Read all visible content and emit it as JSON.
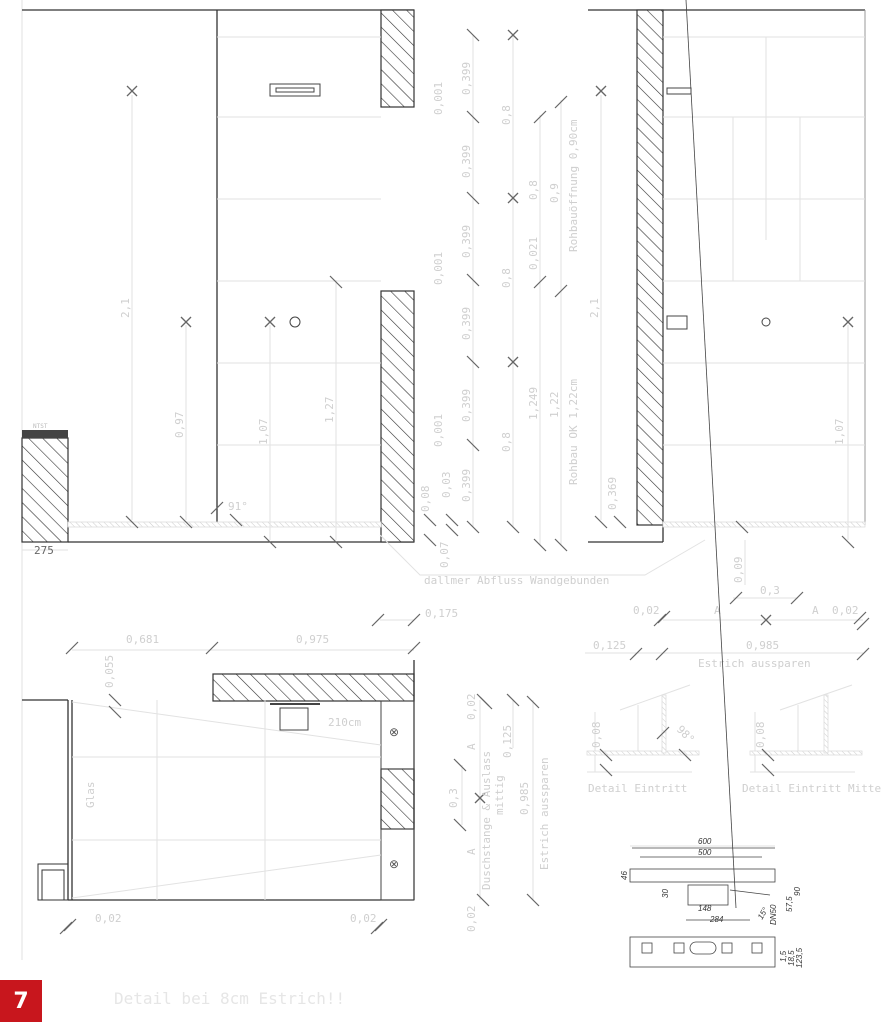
{
  "top_left_view": {
    "height_total": "2,1",
    "h1": "0,97",
    "h2": "1,07",
    "h3": "1,27",
    "angle": "91°",
    "ntst_label": "NTST",
    "width_275": "275"
  },
  "center_dims": {
    "d001": [
      "0,001",
      "0,001",
      "0,001"
    ],
    "d399": [
      "0,399",
      "0,399",
      "0,399",
      "0,399",
      "0,399",
      "0,399"
    ],
    "d08": [
      "0,8",
      "0,8",
      "0,8"
    ],
    "c08": "0,8",
    "c09": "0,9",
    "c021": "0,021",
    "c1249": "1,249",
    "c122": "1,22",
    "rohbau_oeffnung": "Rohbauöffnung 0,90cm",
    "rohbau_ok": "Rohbau OK 1,22cm",
    "s008": "0,08",
    "s003": "0,03",
    "s007": "0,07"
  },
  "top_right_view": {
    "height_total": "2,1",
    "h0369": "0,369",
    "h107": "1,07"
  },
  "drain_note": "dallmer Abfluss Wandgebunden",
  "plan_view": {
    "d0175": "0,175",
    "d0681": "0,681",
    "d0975": "0,975",
    "d0055": "0,055",
    "glass": "Glas",
    "shower_height": "210cm",
    "d002_left": "0,02",
    "d002_right": "0,02"
  },
  "plan_side_dims": {
    "d002_top": "0,02",
    "d002_bottom": "0,02",
    "a_top": "A",
    "a_bottom": "A",
    "d03": "0,3",
    "d0125": "0,125",
    "d0985": "0,985",
    "shower_note": "Duschstange & Auslass",
    "shower_note2": "mittig",
    "estrich": "Estrich aussparen"
  },
  "right_dims": {
    "d009": "0,09",
    "d03": "0,3",
    "d002_l": "0,02",
    "a_l": "A",
    "a_r": "A",
    "d002_r": "0,02",
    "d0125": "0,125",
    "d0985": "0,985",
    "estrich": "Estrich aussparen"
  },
  "details": {
    "h1": "0,08",
    "angle": "98°",
    "h2": "0,08",
    "label1": "Detail Eintritt",
    "label2": "Detail Eintritt Mitte"
  },
  "product": {
    "w600": "600",
    "w500": "500",
    "h46": "46",
    "h30": "30",
    "w148": "148",
    "w284": "284",
    "a15": "15°",
    "dn50": "DN50",
    "h575": "57,5",
    "h90": "90",
    "h15": "1,5",
    "h185": "18,5",
    "h1235": "123,5"
  },
  "figure_number": "7",
  "footer_note": "Detail bei 8cm Estrich!!"
}
